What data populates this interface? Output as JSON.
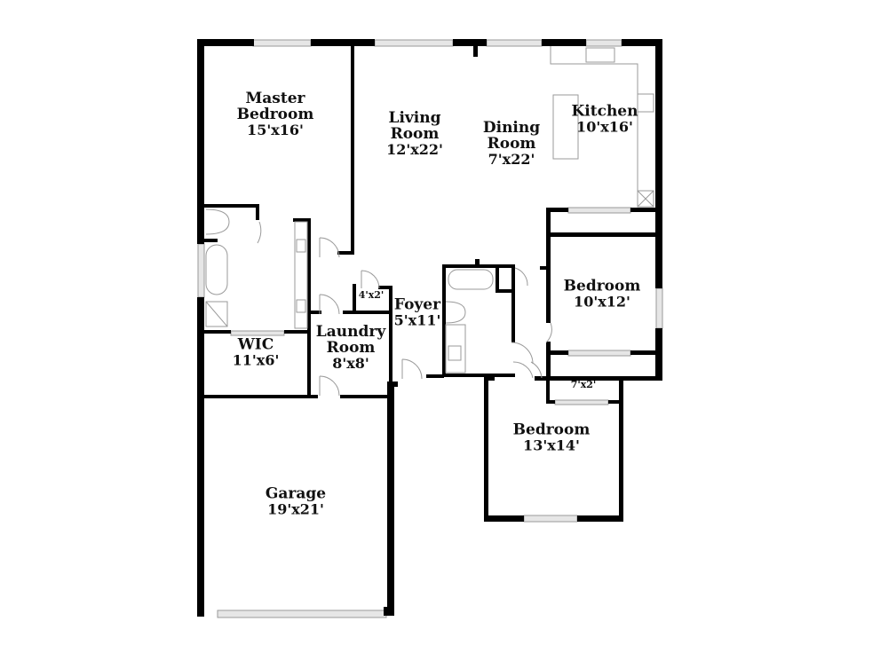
{
  "floorplan": {
    "colors": {
      "wall": "#000000",
      "window": "#cfcfcf",
      "fixture": "#9a9a9a",
      "background": "#ffffff"
    },
    "rooms": [
      {
        "id": "master-bedroom",
        "name": "Master\nBedroom",
        "name_line1": "Master",
        "name_line2": "Bedroom",
        "dims": "15'x16'"
      },
      {
        "id": "living-room",
        "name_line1": "Living",
        "name_line2": "Room",
        "dims": "12'x22'"
      },
      {
        "id": "dining-room",
        "name_line1": "Dining",
        "name_line2": "Room",
        "dims": "7'x22'"
      },
      {
        "id": "kitchen",
        "name_line1": "Kitchen",
        "dims": "10'x16'"
      },
      {
        "id": "bedroom-2",
        "name_line1": "Bedroom",
        "dims": "10'x12'"
      },
      {
        "id": "closet-small",
        "dims": "4'x2'"
      },
      {
        "id": "foyer",
        "name_line1": "Foyer",
        "dims": "5'x11'"
      },
      {
        "id": "wic",
        "name_line1": "WIC",
        "dims": "11'x6'"
      },
      {
        "id": "laundry-room",
        "name_line1": "Laundry",
        "name_line2": "Room",
        "dims": "8'x8'"
      },
      {
        "id": "closet-bedroom",
        "dims": "7'x2'"
      },
      {
        "id": "bedroom-3",
        "name_line1": "Bedroom",
        "dims": "13'x14'"
      },
      {
        "id": "garage",
        "name_line1": "Garage",
        "dims": "19'x21'"
      }
    ]
  }
}
